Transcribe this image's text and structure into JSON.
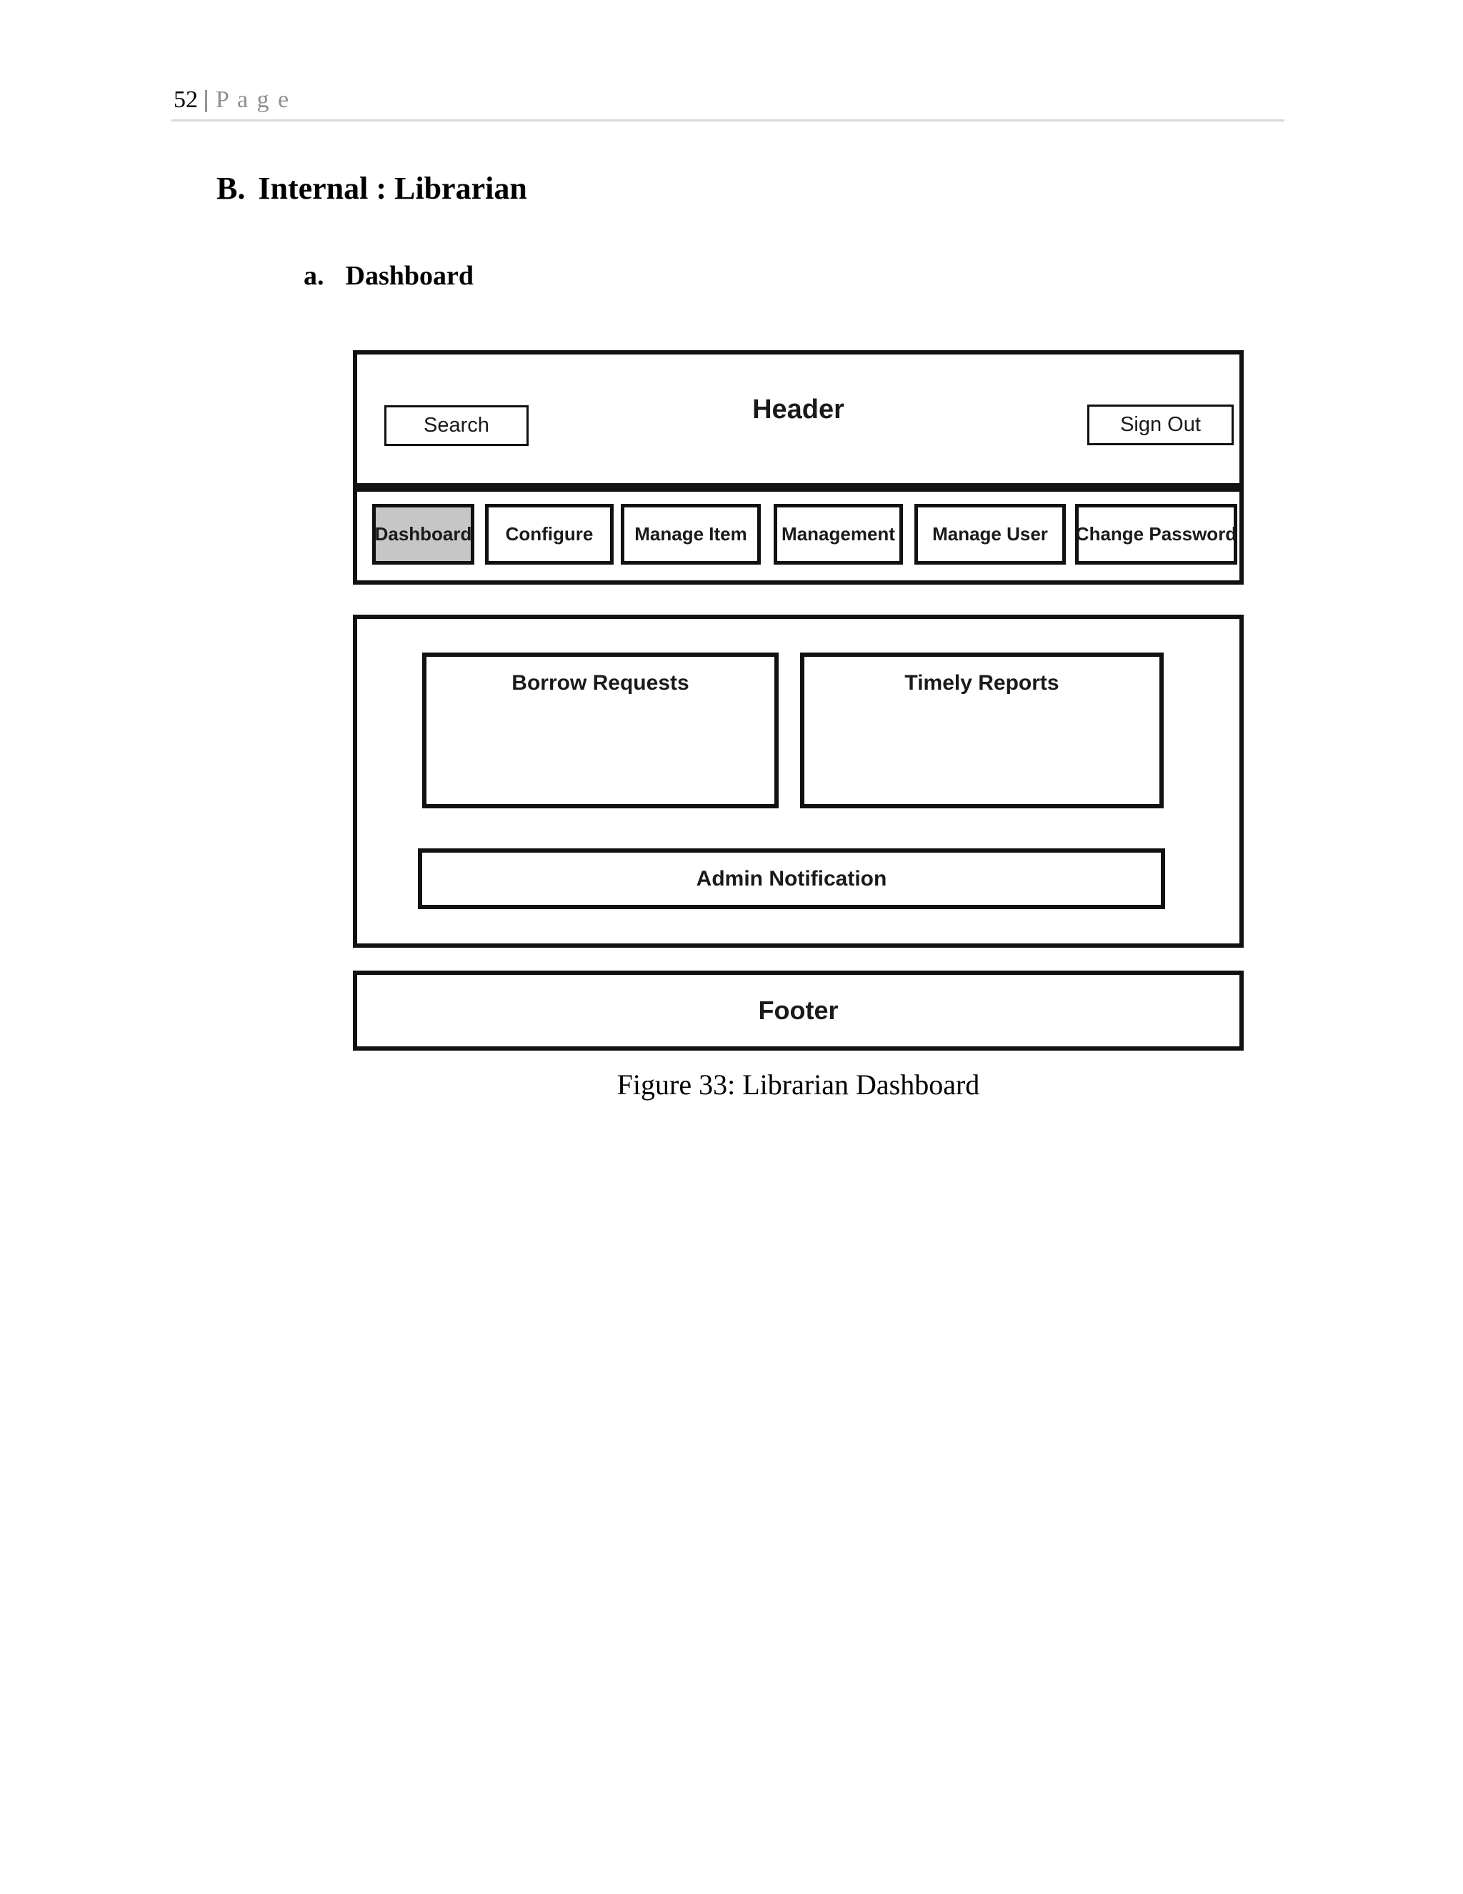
{
  "page_header": {
    "number": "52",
    "separator": "|",
    "word": "P a g e"
  },
  "section_heading": {
    "prefix": "B.",
    "title": "Internal : Librarian"
  },
  "sub_heading": {
    "prefix": "a.",
    "title": "Dashboard"
  },
  "wireframe": {
    "header": {
      "title": "Header",
      "search_button": "Search",
      "signout_button": "Sign Out"
    },
    "nav": {
      "items": [
        {
          "label": "Dashboard",
          "active": true
        },
        {
          "label": "Configure",
          "active": false
        },
        {
          "label": "Manage Item",
          "active": false
        },
        {
          "label": "Management",
          "active": false
        },
        {
          "label": "Manage User",
          "active": false
        },
        {
          "label": "Change Password",
          "active": false
        }
      ]
    },
    "panels": {
      "borrow": "Borrow Requests",
      "timely": "Timely Reports",
      "admin": "Admin Notification"
    },
    "footer": {
      "label": "Footer"
    }
  },
  "caption": "Figure 33: Librarian Dashboard",
  "colors": {
    "border": "#111111",
    "active_nav_bg": "#c6c6c6",
    "rule": "#d9d9d9",
    "page_word_gray": "#8f8f8f"
  }
}
